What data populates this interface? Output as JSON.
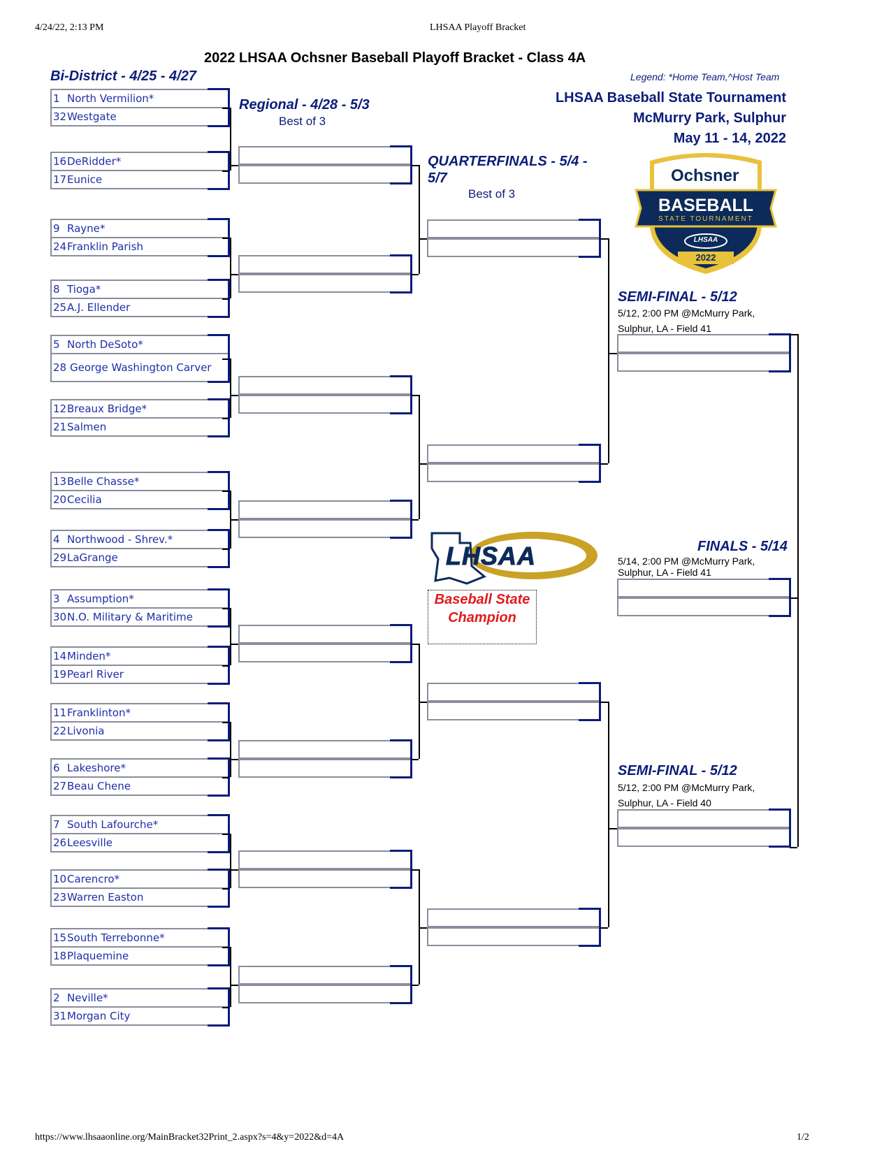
{
  "header": {
    "print_datetime": "4/24/22, 2:13 PM",
    "page_title": "LHSAA Playoff Bracket",
    "main_title": "2022 LHSAA Ochsner Baseball Playoff Bracket - Class 4A",
    "legend": "Legend: *Home Team,^Host Team"
  },
  "rounds": {
    "bidistrict": "Bi-District - 4/25 - 4/27",
    "regional": "Regional - 4/28 - 5/3",
    "regional_sub": "Best of 3",
    "quarter_line1": "QUARTERFINALS - 5/4 -",
    "quarter_line2": "5/7",
    "quarter_sub": "Best of 3",
    "semi_top": "SEMI-FINAL - 5/12",
    "semi_top_info1": "5/12, 2:00 PM @McMurry Park,",
    "semi_top_info2": "Sulphur, LA - Field 41",
    "finals": "FINALS - 5/14",
    "finals_info1": "5/14, 2:00 PM @McMurry Park,",
    "finals_info2": "Sulphur, LA - Field 41",
    "semi_bottom": "SEMI-FINAL - 5/12",
    "semi_bottom_info1": "5/12, 2:00 PM @McMurry Park,",
    "semi_bottom_info2": "Sulphur, LA - Field 40"
  },
  "tournament": {
    "line1": "LHSAA Baseball State Tournament",
    "line2": "McMurry Park, Sulphur",
    "line3": "May 11 - 14, 2022"
  },
  "logo": {
    "brand": "Ochsner",
    "sport": "BASEBALL",
    "sub": "STATE TOURNAMENT",
    "org": "LHSAA",
    "year": "2022",
    "lhsaa_big": "LHSAA"
  },
  "champion": {
    "line1": "Baseball State",
    "line2": "Champion"
  },
  "matchups": [
    {
      "a_seed": "1",
      "a_team": "North Vermilion*",
      "b_seed": "32",
      "b_team": "Westgate"
    },
    {
      "a_seed": "16",
      "a_team": "DeRidder*",
      "b_seed": "17",
      "b_team": "Eunice"
    },
    {
      "a_seed": "9",
      "a_team": "Rayne*",
      "b_seed": "24",
      "b_team": "Franklin Parish"
    },
    {
      "a_seed": "8",
      "a_team": "Tioga*",
      "b_seed": "25",
      "b_team": "A.J. Ellender"
    },
    {
      "a_seed": "5",
      "a_team": "North DeSoto*",
      "b_seed": "28",
      "b_team": "George Washington Carver"
    },
    {
      "a_seed": "12",
      "a_team": "Breaux Bridge*",
      "b_seed": "21",
      "b_team": "Salmen"
    },
    {
      "a_seed": "13",
      "a_team": "Belle Chasse*",
      "b_seed": "20",
      "b_team": "Cecilia"
    },
    {
      "a_seed": "4",
      "a_team": "Northwood - Shrev.*",
      "b_seed": "29",
      "b_team": "LaGrange"
    },
    {
      "a_seed": "3",
      "a_team": "Assumption*",
      "b_seed": "30",
      "b_team": "N.O. Military & Maritime"
    },
    {
      "a_seed": "14",
      "a_team": "Minden*",
      "b_seed": "19",
      "b_team": "Pearl River"
    },
    {
      "a_seed": "11",
      "a_team": "Franklinton*",
      "b_seed": "22",
      "b_team": "Livonia"
    },
    {
      "a_seed": "6",
      "a_team": "Lakeshore*",
      "b_seed": "27",
      "b_team": "Beau Chene"
    },
    {
      "a_seed": "7",
      "a_team": "South Lafourche*",
      "b_seed": "26",
      "b_team": "Leesville"
    },
    {
      "a_seed": "10",
      "a_team": "Carencro*",
      "b_seed": "23",
      "b_team": "Warren Easton"
    },
    {
      "a_seed": "15",
      "a_team": "South Terrebonne*",
      "b_seed": "18",
      "b_team": "Plaquemine"
    },
    {
      "a_seed": "2",
      "a_team": "Neville*",
      "b_seed": "31",
      "b_team": "Morgan City"
    }
  ],
  "footer": {
    "url": "https://www.lhsaaonline.org/MainBracket32Print_2.aspx?s=4&y=2022&d=4A",
    "page": "1/2"
  }
}
